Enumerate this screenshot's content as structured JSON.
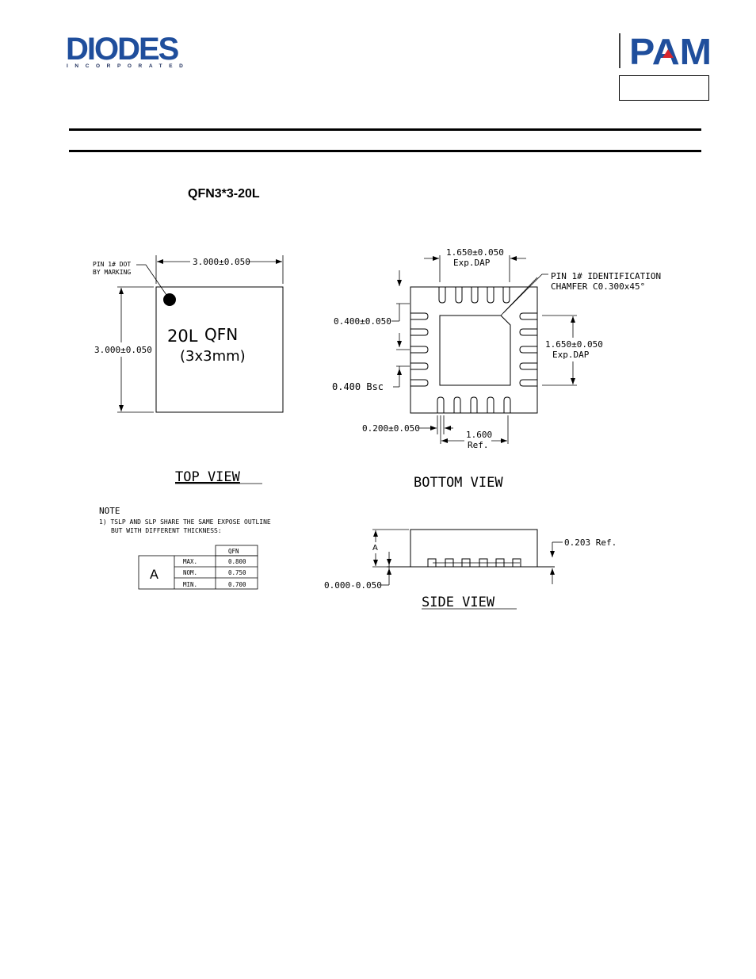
{
  "header": {
    "diodes_logo_text": "DIODES",
    "diodes_logo_subtext": "INCORPORATED",
    "pam_logo_text": "PAM"
  },
  "package_title": "QFN3*3-20L",
  "top_view": {
    "pin1_label_line1": "PIN 1# DOT",
    "pin1_label_line2": "BY MARKING",
    "width_dim": "3.000±0.050",
    "height_dim": "3.000±0.050",
    "marking_line1_a": "20L",
    "marking_line1_b": "QFN",
    "marking_line2": "(3x3mm)",
    "caption": "TOP VIEW"
  },
  "bottom_view": {
    "dap_width_dim": "1.650±0.050",
    "dap_width_sub": "Exp.DAP",
    "pin1_id_line1": "PIN 1# IDENTIFICATION",
    "pin1_id_line2": "CHAMFER C0.300x45°",
    "lead_length_dim": "0.400±0.050",
    "dap_height_dim": "1.650±0.050",
    "dap_height_sub": "Exp.DAP",
    "pitch_dim": "0.400 Bsc",
    "lead_width_dim": "0.200±0.050",
    "ref_dim": "1.600",
    "ref_sub": "Ref.",
    "caption": "BOTTOM VIEW"
  },
  "note": {
    "title": "NOTE",
    "line1": "1) TSLP AND SLP SHARE THE SAME EXPOSE OUTLINE",
    "line2": "BUT WITH DIFFERENT THICKNESS:"
  },
  "thickness_table": {
    "symbol": "A",
    "column_header": "QFN",
    "rows": [
      {
        "label": "MAX.",
        "value": "0.800"
      },
      {
        "label": "NOM.",
        "value": "0.750"
      },
      {
        "label": "MIN.",
        "value": "0.700"
      }
    ]
  },
  "side_view": {
    "height_label": "A",
    "lead_thickness_dim": "0.203 Ref.",
    "standoff_dim": "0.000-0.050",
    "caption": "SIDE VIEW"
  },
  "colors": {
    "diodes_blue": "#1f4e9c",
    "pam_blue": "#1f4e9c",
    "pam_red": "#d7262e"
  }
}
